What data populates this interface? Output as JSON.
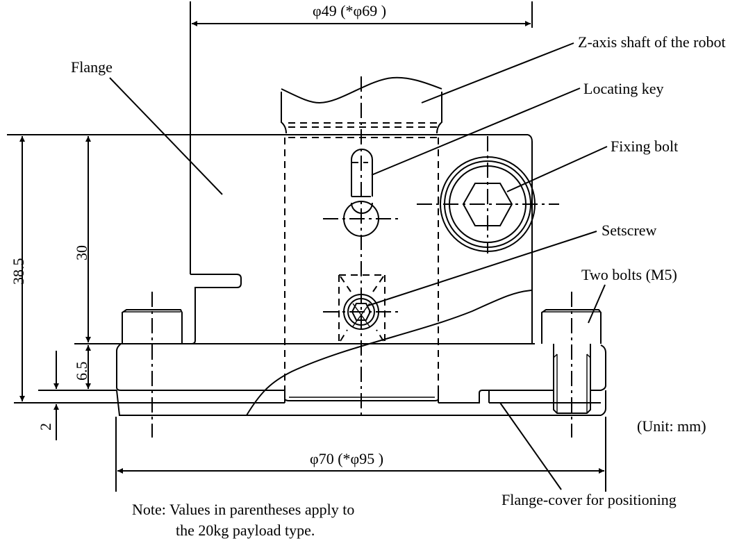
{
  "title": "Flange dimensions drawing",
  "dimensions": {
    "top_diameter": "φ49 (*φ69 )",
    "bottom_diameter": "φ70 (*φ95 )",
    "height_total": "38.5",
    "height_flange": "30",
    "height_base": "6.5",
    "height_cover": "2"
  },
  "labels": {
    "flange": "Flange",
    "z_axis_shaft": "Z-axis shaft of the robot",
    "locating_key": "Locating key",
    "fixing_bolt": "Fixing bolt",
    "setscrew": "Setscrew",
    "two_bolts": "Two bolts (M5)",
    "flange_cover": "Flange-cover for positioning",
    "unit": "(Unit: mm)"
  },
  "note": {
    "line1": "Note: Values in parentheses apply to",
    "line2": "the 20kg payload type."
  }
}
